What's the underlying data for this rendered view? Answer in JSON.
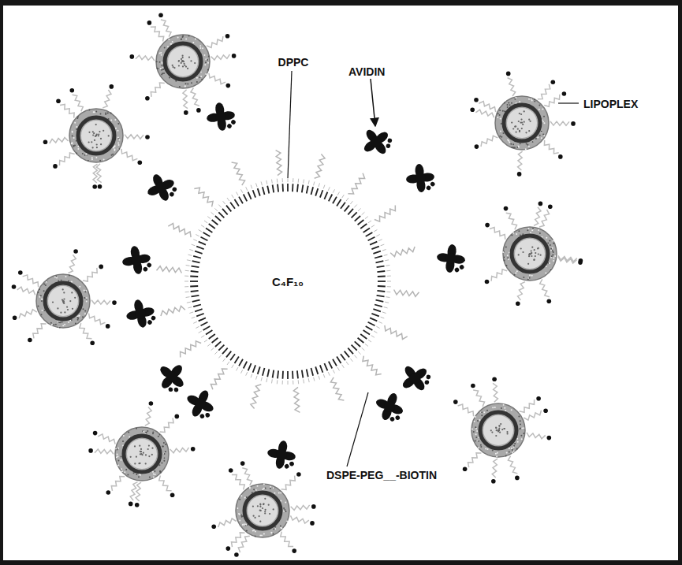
{
  "diagram": {
    "nodes": [
      {
        "text": [
          "C₄F₁₀"
        ]
      }
    ],
    "labels": [
      "AVIDIN",
      "DPPC",
      "LIPOPLEX",
      "DSPE-PEG__-BIOTIN"
    ]
  }
}
